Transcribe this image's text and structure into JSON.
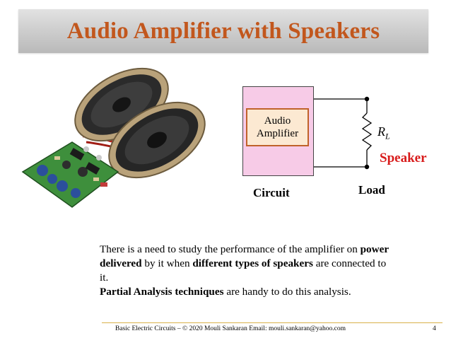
{
  "slide": {
    "title": "Audio Amplifier with Speakers",
    "diagram": {
      "amp_line1": "Audio",
      "amp_line2": "Amplifier",
      "rl_base": "R",
      "rl_sub": "L",
      "speaker_label": "Speaker",
      "circuit_label": "Circuit",
      "load_label": "Load"
    },
    "body": {
      "p1_a": "There is a need to study the performance of the amplifier on ",
      "p1_b": "power delivered",
      "p1_c": " by it when ",
      "p1_d": "different types of speakers",
      "p1_e": " are connected to it.",
      "p2_a": "Partial Analysis techniques",
      "p2_b": " are handy to do this analysis."
    },
    "footer": {
      "text": "Basic Electric Circuits – © 2020 Mouli Sankaran   Email: mouli.sankaran@yahoo.com",
      "page": "4"
    }
  },
  "colors": {
    "title": "#c2571d",
    "circuit_fill": "#f7cbe7",
    "amp_border": "#c0622a",
    "speaker_label": "#d81b1b",
    "footer_rule": "#d9b24a"
  }
}
